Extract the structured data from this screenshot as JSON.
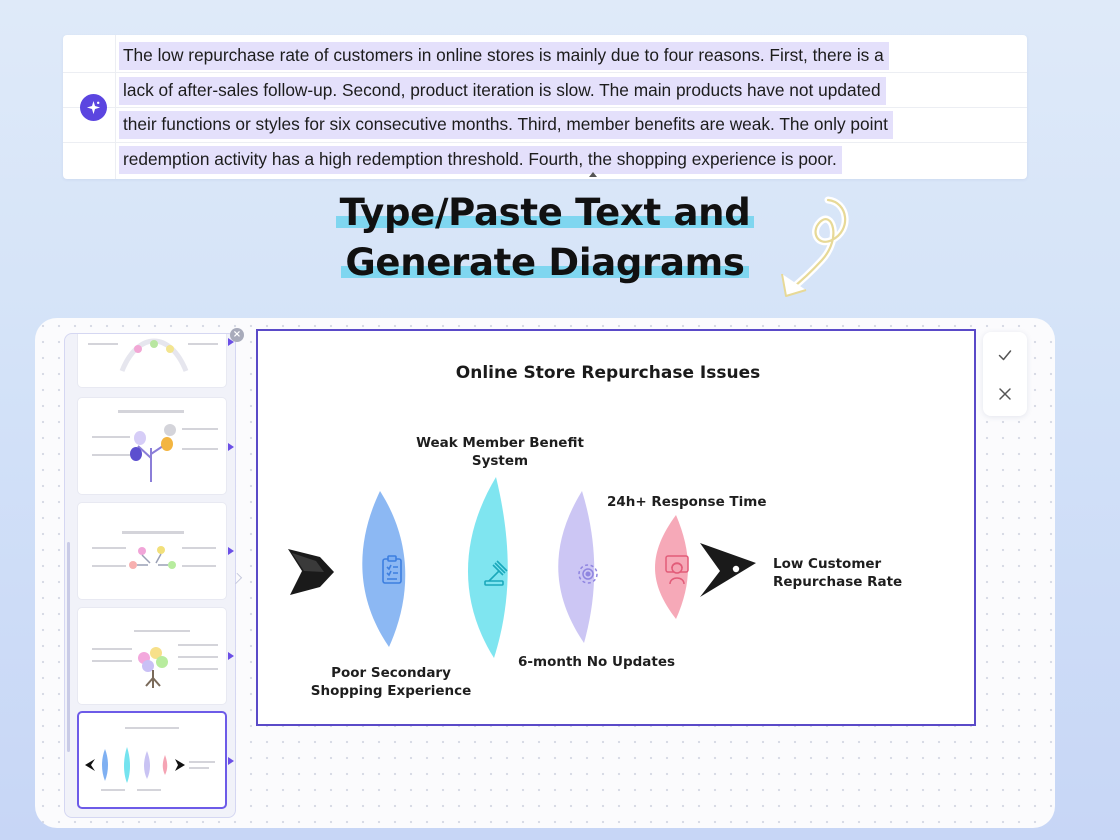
{
  "editor": {
    "ai_icon": "sparkle-icon",
    "lines": [
      "The low repurchase rate of customers in online stores is mainly due to four reasons. First, there is a",
      "lack of after-sales follow-up. Second, product iteration is slow. The main products have not updated",
      "their functions or styles for six consecutive months. Third, member benefits are weak. The only point",
      "redemption activity has a high redemption threshold. Fourth, the shopping experience is poor."
    ]
  },
  "headline": {
    "line1": "Type/Paste Text and",
    "line2": "Generate Diagrams"
  },
  "diagram": {
    "title": "Online Store Repurchase Issues",
    "labels": {
      "weak_member": "Weak Member Benefit System",
      "response_time": "24h+ Response Time",
      "low_repurchase": "Low Customer Repurchase Rate",
      "poor_shopping": "Poor Secondary Shopping Experience",
      "no_updates": "6-month No Updates"
    },
    "icons": [
      "clipboard-icon",
      "gavel-icon",
      "gear-icon",
      "customer-service-icon"
    ],
    "colors": {
      "petal_blue": "#7fb0f2",
      "petal_cyan": "#74e3ef",
      "petal_lavender": "#c9c3f3",
      "petal_pink": "#f5a4b4",
      "arrow": "#1a1a1a",
      "frame": "#5a4ac8"
    }
  },
  "thumbnails": {
    "count": 5,
    "selected_index": 4
  },
  "actions": {
    "confirm_icon": "check-icon",
    "cancel_icon": "close-icon"
  }
}
